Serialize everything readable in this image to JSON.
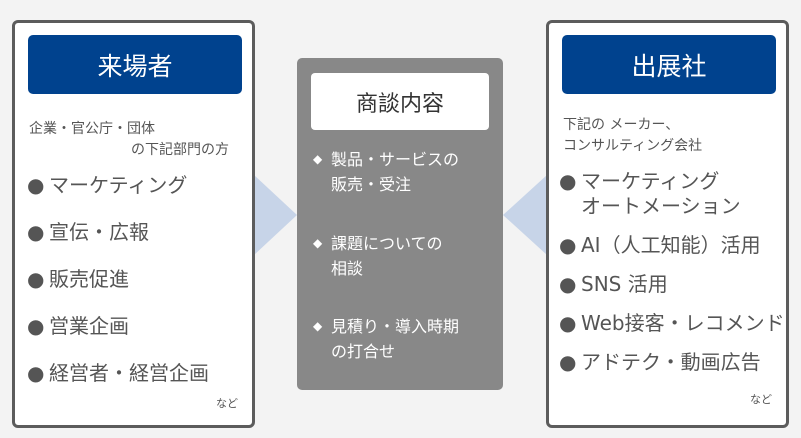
{
  "visitors": {
    "title": "来場者",
    "subtitle": [
      "企業・官公庁・団体",
      "の下記部門の方"
    ],
    "items": [
      "マーケティング",
      "宣伝・広報",
      "販売促進",
      "営業企画",
      "経営者・経営企画"
    ],
    "note": "など"
  },
  "center": {
    "title": "商談内容",
    "items": [
      [
        "製品・サービスの",
        "販売・受注"
      ],
      [
        "課題についての",
        "相談"
      ],
      [
        "見積り・導入時期",
        "の打合せ"
      ]
    ]
  },
  "exhibitors": {
    "title": "出展社",
    "subtitle": [
      "下記の メーカー、",
      "コンサルティング会社"
    ],
    "items": [
      [
        "マーケティング",
        "オートメーション"
      ],
      [
        "AI（人工知能）活用"
      ],
      [
        "SNS 活用"
      ],
      [
        "Web接客・レコメンド"
      ],
      [
        "アドテク・動画広告"
      ]
    ],
    "note": "など"
  },
  "colors": {
    "header": "#00428e",
    "arrow": "#c7d4e8",
    "center": "#888888"
  }
}
